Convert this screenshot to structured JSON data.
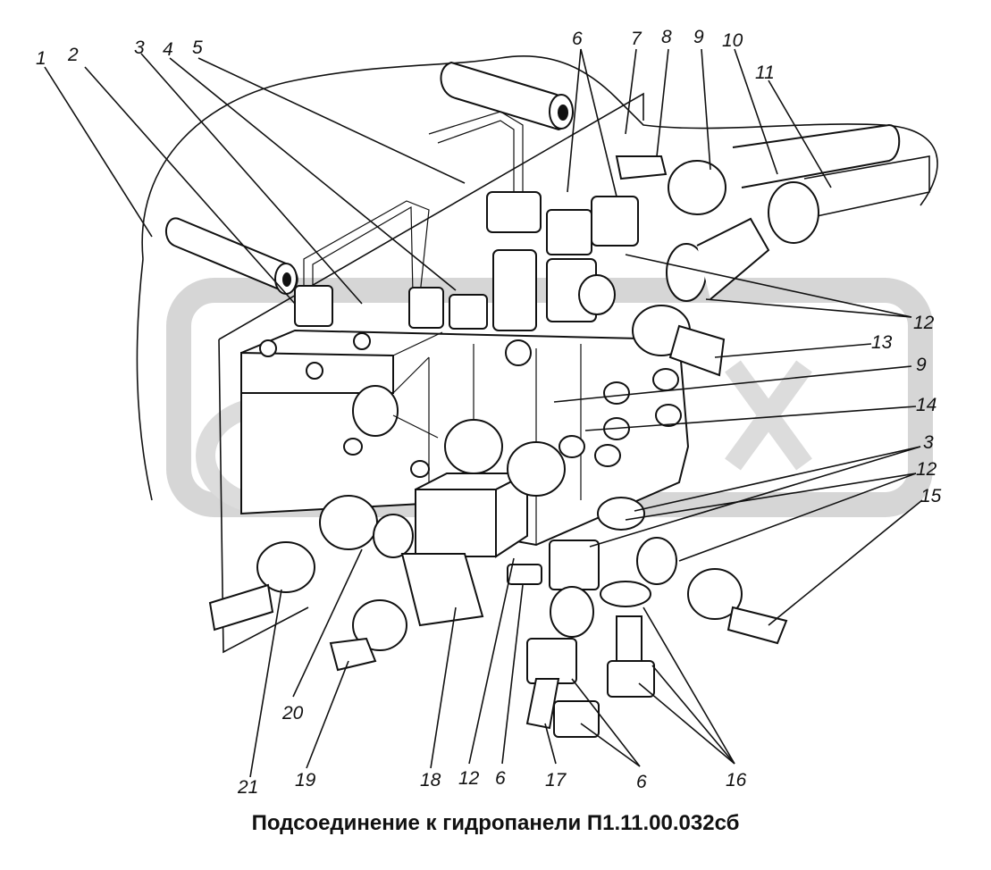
{
  "caption": "Подсоединение к гидропанели П1.11.00.032сб",
  "callouts": [
    {
      "id": "c1",
      "text": "1"
    },
    {
      "id": "c2",
      "text": "2"
    },
    {
      "id": "c3a",
      "text": "3"
    },
    {
      "id": "c4",
      "text": "4"
    },
    {
      "id": "c5",
      "text": "5"
    },
    {
      "id": "c6a",
      "text": "6"
    },
    {
      "id": "c7",
      "text": "7"
    },
    {
      "id": "c8",
      "text": "8"
    },
    {
      "id": "c9a",
      "text": "9"
    },
    {
      "id": "c10",
      "text": "10"
    },
    {
      "id": "c11",
      "text": "11"
    },
    {
      "id": "c12a",
      "text": "12"
    },
    {
      "id": "c13",
      "text": "13"
    },
    {
      "id": "c9b",
      "text": "9"
    },
    {
      "id": "c14",
      "text": "14"
    },
    {
      "id": "c3b",
      "text": "3"
    },
    {
      "id": "c12b",
      "text": "12"
    },
    {
      "id": "c15",
      "text": "15"
    },
    {
      "id": "c16",
      "text": "16"
    },
    {
      "id": "c6b",
      "text": "6"
    },
    {
      "id": "c17",
      "text": "17"
    },
    {
      "id": "c6c",
      "text": "6"
    },
    {
      "id": "c12c",
      "text": "12"
    },
    {
      "id": "c18",
      "text": "18"
    },
    {
      "id": "c19",
      "text": "19"
    },
    {
      "id": "c20",
      "text": "20"
    },
    {
      "id": "c21",
      "text": "21"
    }
  ]
}
